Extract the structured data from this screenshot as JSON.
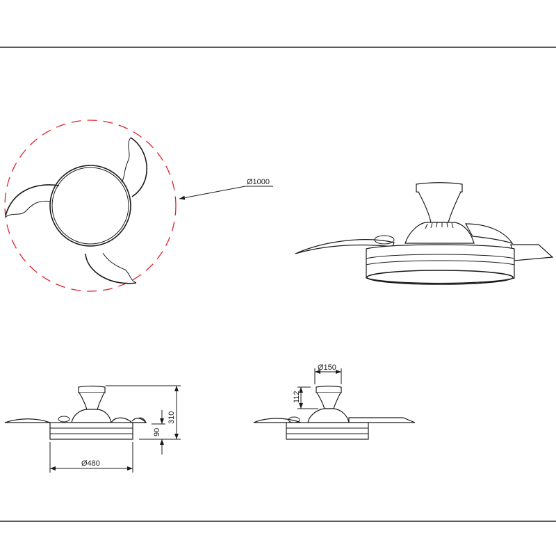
{
  "drawing": {
    "title": "Ceiling fan dimension drawing",
    "colors": {
      "line": "#1a1a1a",
      "frame": "#5a5a5a",
      "sweep_circle": "#e0202a",
      "background": "#ffffff"
    },
    "views": {
      "top_view": {
        "label": "top-view",
        "sweep_diameter_label": "Ø1000"
      },
      "perspective_view": {
        "label": "perspective-view"
      },
      "side_view_extended": {
        "label": "side-view-blades-extended",
        "body_diameter_label": "Ø480",
        "total_height_label": "310",
        "body_height_label": "90"
      },
      "side_view_canopy": {
        "label": "side-view-canopy",
        "canopy_diameter_label": "Ø150",
        "canopy_height_label": "112"
      }
    }
  }
}
